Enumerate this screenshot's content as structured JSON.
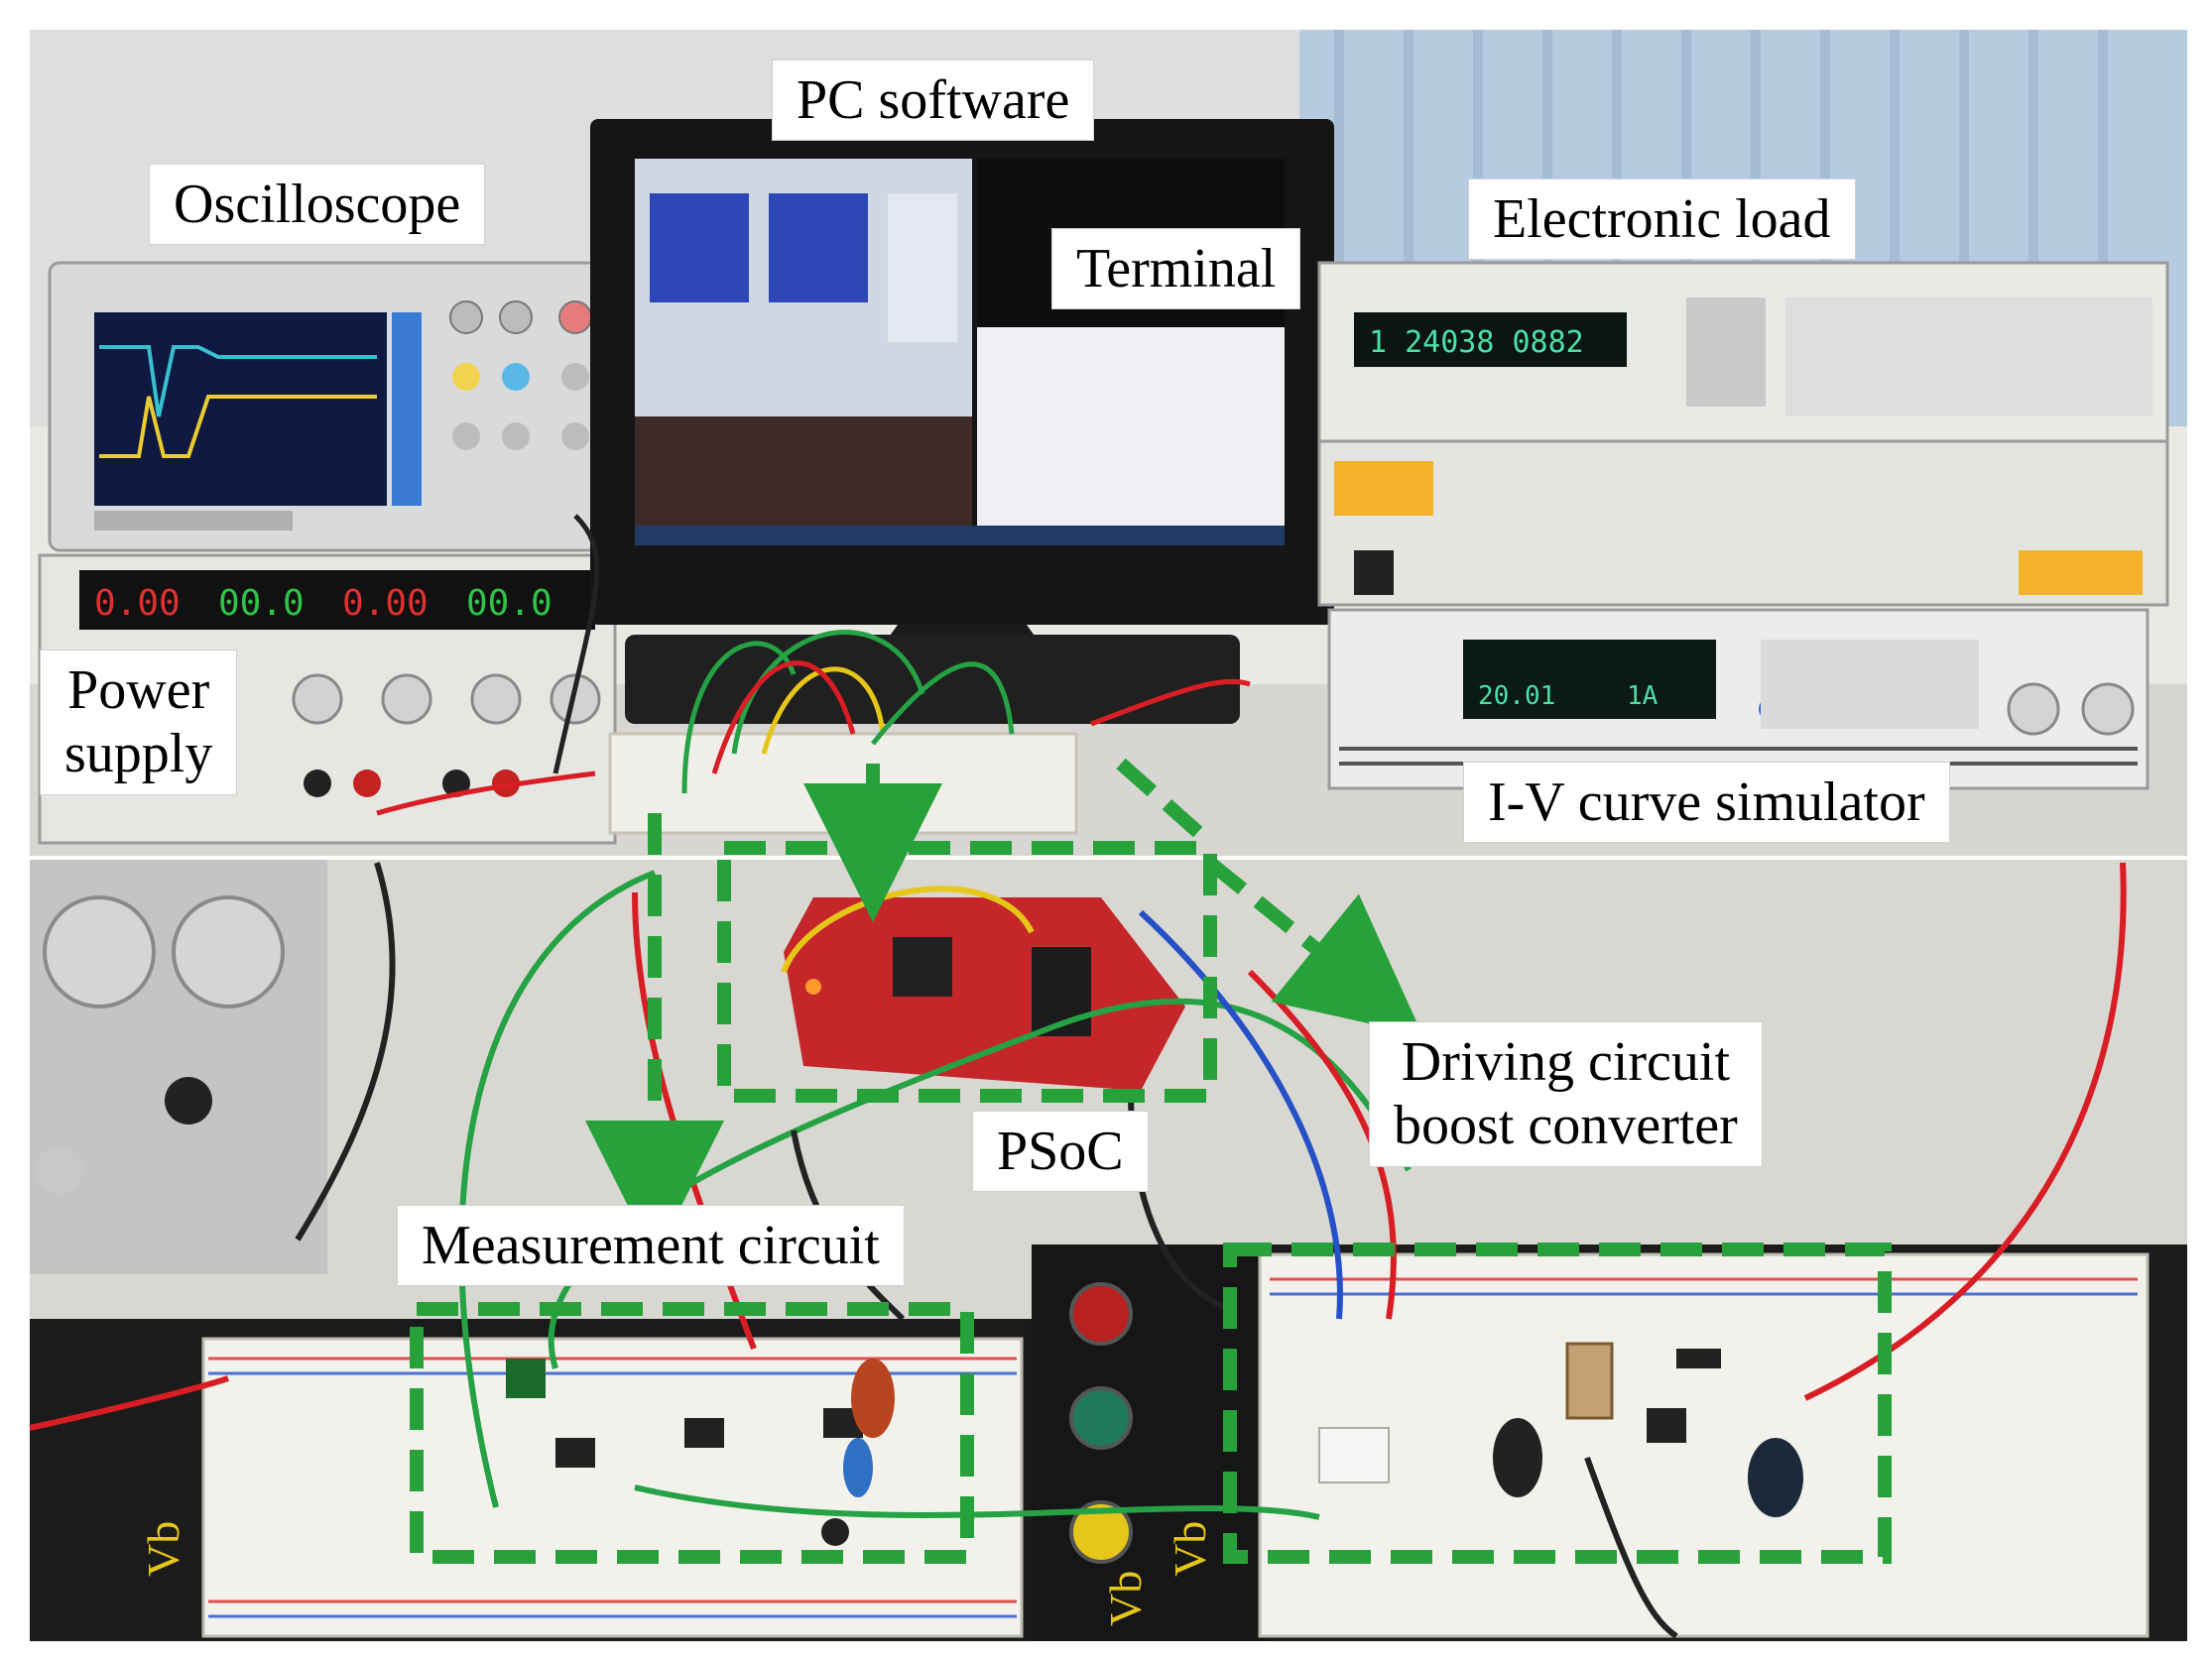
{
  "labels": {
    "oscilloscope": "Oscilloscope",
    "pc_software": "PC software",
    "terminal": "Terminal",
    "electronic_load": "Electronic load",
    "power_supply": [
      "Power",
      "supply"
    ],
    "iv_simulator": "I-V curve simulator",
    "psoc": "PSoC",
    "driving_circuit": [
      "Driving circuit",
      "boost converter"
    ],
    "measurement_circuit": "Measurement circuit"
  },
  "device_readouts": {
    "electronic_load_display": "1 24038 0882",
    "power_supply_display": [
      "0.00",
      "00.0",
      "0.00",
      "00.0"
    ],
    "iv_simulator_display": [
      "20.01",
      "1A"
    ]
  },
  "breadboard_text": [
    "Vb",
    "Vb",
    "Vb"
  ],
  "colors": {
    "dashed_box": "#27a13a",
    "psoc_board": "#c4262a",
    "wire_red": "#d81e24",
    "wire_green": "#25a244",
    "wire_blue": "#2450c8",
    "wire_yellow": "#e6c619"
  }
}
